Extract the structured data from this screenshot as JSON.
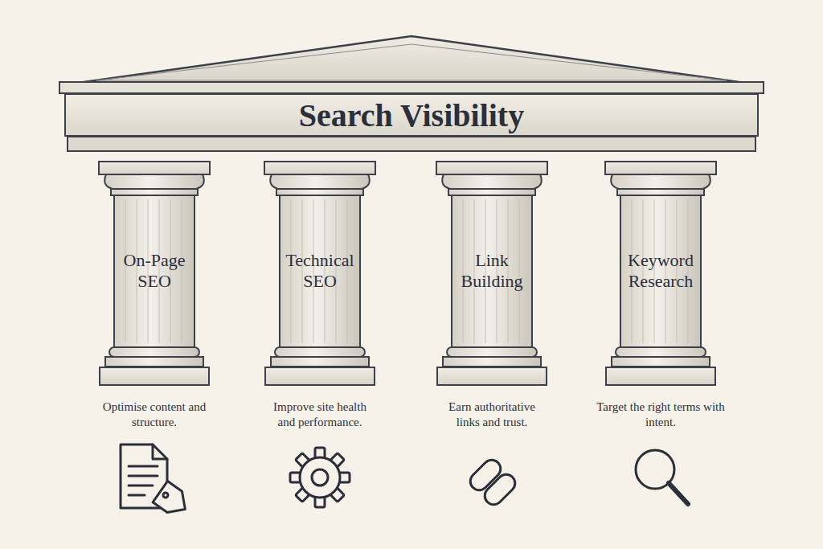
{
  "diagram": {
    "nodes": [
      {
        "text": [
          "Search Visibility"
        ]
      },
      {
        "text": [
          "On-Page SEO"
        ]
      },
      {
        "text": [
          "Technical SEO"
        ]
      },
      {
        "text": [
          "Link Building"
        ]
      },
      {
        "text": [
          "Keyword Research"
        ]
      }
    ],
    "labels": [
      "Optimise content and structure.",
      "Improve site health and performance.",
      "Earn authoritative links and trust.",
      "Target the right terms with intent."
    ]
  }
}
